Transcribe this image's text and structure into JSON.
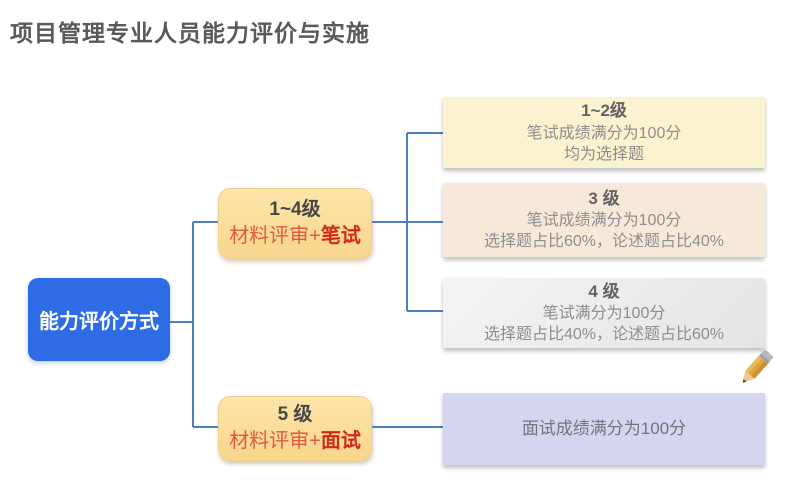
{
  "page": {
    "title": "项目管理专业人员能力评价与实施"
  },
  "colors": {
    "root_fill": "#2d6ce5",
    "branch_fill": "#fadc96",
    "connector": "#4d7ebf",
    "leaf1_fill": "#fbf2cf",
    "leaf2_fill": "#f7e9da",
    "leaf3_fill": "#ebebe9",
    "leaf4_fill": "#d3d5f1",
    "method_red": "#d2291a",
    "heading_gray": "#474747",
    "body_gray": "#8e8e8e"
  },
  "root": {
    "label": "能力评价方式"
  },
  "branches": [
    {
      "level": "1~4级",
      "method_prefix": "材料评审+",
      "method_bold": "笔试"
    },
    {
      "level": "5 级",
      "method_prefix": "材料评审+",
      "method_bold": "面试"
    }
  ],
  "leaves": [
    {
      "title": "1~2级",
      "line1": "笔试成绩满分为100分",
      "line2": "均为选择题"
    },
    {
      "title": "3 级",
      "line1": "笔试成绩满分为100分",
      "line2": "选择题占比60%，论述题占比40%"
    },
    {
      "title": "4 级",
      "line1": "笔试满分为100分",
      "line2": "选择题占比40%，论述题占比60%"
    }
  ],
  "interview_leaf": {
    "line1": "面试成绩满分为100分"
  },
  "icons": {
    "pencil": "pencil-icon"
  }
}
